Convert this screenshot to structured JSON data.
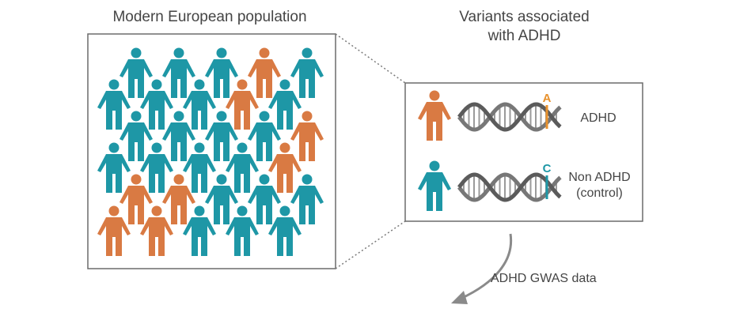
{
  "population": {
    "title": "Modern European population",
    "colors": {
      "typical": "#1e97a6",
      "adhd": "#d97a43"
    },
    "people": [
      {
        "color": "typical"
      },
      {
        "color": "typical"
      },
      {
        "color": "typical"
      },
      {
        "color": "adhd"
      },
      {
        "color": "typical"
      },
      {
        "color": "typical"
      },
      {
        "color": "typical"
      },
      {
        "color": "typical"
      },
      {
        "color": "adhd"
      },
      {
        "color": "typical"
      },
      {
        "color": "typical"
      },
      {
        "color": "typical"
      },
      {
        "color": "typical"
      },
      {
        "color": "typical"
      },
      {
        "color": "adhd"
      },
      {
        "color": "typical"
      },
      {
        "color": "typical"
      },
      {
        "color": "typical"
      },
      {
        "color": "typical"
      },
      {
        "color": "adhd"
      },
      {
        "color": "adhd"
      },
      {
        "color": "adhd"
      },
      {
        "color": "typical"
      },
      {
        "color": "typical"
      },
      {
        "color": "typical"
      },
      {
        "color": "adhd"
      },
      {
        "color": "adhd"
      },
      {
        "color": "typical"
      },
      {
        "color": "typical"
      },
      {
        "color": "typical"
      }
    ]
  },
  "variants": {
    "title_line1": "Variants associated",
    "title_line2": "with ADHD",
    "adhd_row": {
      "label": "ADHD",
      "allele": "A",
      "allele_color": "#e8922e",
      "person_color": "#d97a43"
    },
    "control_row": {
      "label_line1": "Non ADHD",
      "label_line2": "(control)",
      "allele": "C",
      "allele_color": "#1e97a6",
      "person_color": "#1e97a6"
    }
  },
  "output": {
    "label": "ADHD GWAS data"
  }
}
